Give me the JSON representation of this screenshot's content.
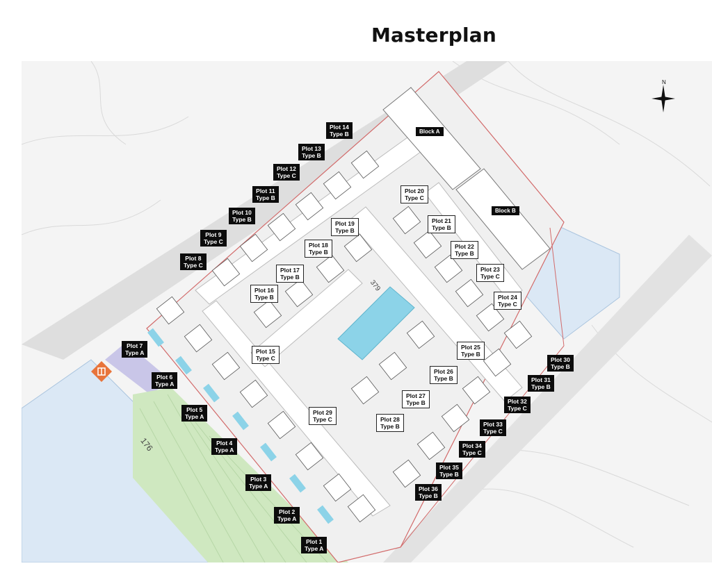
{
  "page": {
    "title": "Masterplan"
  },
  "compass": {
    "north_letter": "N",
    "icon": "compass-star-icon"
  },
  "dimensions": {
    "road_width": "176",
    "pool_width": "379"
  },
  "colors": {
    "dark_label_bg": "#0c0c0c",
    "light_label_bg": "#ffffff",
    "green_area": "#cfe8c0",
    "purple_area": "#c9c6e8",
    "blue_area": "#dbe8f5",
    "pool": "#8cd3e8",
    "road": "#d9d9d9",
    "fire_icon": "#e8743b"
  },
  "blocks": [
    {
      "name": "Block A"
    },
    {
      "name": "Block B"
    }
  ],
  "plots": [
    {
      "name": "Plot 1",
      "type": "Type A",
      "style": "dark"
    },
    {
      "name": "Plot 2",
      "type": "Type A",
      "style": "dark"
    },
    {
      "name": "Plot 3",
      "type": "Type A",
      "style": "dark"
    },
    {
      "name": "Plot 4",
      "type": "Type A",
      "style": "dark"
    },
    {
      "name": "Plot 5",
      "type": "Type A",
      "style": "dark"
    },
    {
      "name": "Plot 6",
      "type": "Type A",
      "style": "dark"
    },
    {
      "name": "Plot 7",
      "type": "Type A",
      "style": "dark"
    },
    {
      "name": "Plot 8",
      "type": "Type C",
      "style": "dark"
    },
    {
      "name": "Plot 9",
      "type": "Type C",
      "style": "dark"
    },
    {
      "name": "Plot 10",
      "type": "Type B",
      "style": "dark"
    },
    {
      "name": "Plot 11",
      "type": "Type B",
      "style": "dark"
    },
    {
      "name": "Plot 12",
      "type": "Type C",
      "style": "dark"
    },
    {
      "name": "Plot 13",
      "type": "Type B",
      "style": "dark"
    },
    {
      "name": "Plot 14",
      "type": "Type B",
      "style": "dark"
    },
    {
      "name": "Plot 15",
      "type": "Type C",
      "style": "light"
    },
    {
      "name": "Plot 16",
      "type": "Type B",
      "style": "light"
    },
    {
      "name": "Plot 17",
      "type": "Type B",
      "style": "light"
    },
    {
      "name": "Plot 18",
      "type": "Type B",
      "style": "light"
    },
    {
      "name": "Plot 19",
      "type": "Type B",
      "style": "light"
    },
    {
      "name": "Plot 20",
      "type": "Type C",
      "style": "light"
    },
    {
      "name": "Plot 21",
      "type": "Type B",
      "style": "light"
    },
    {
      "name": "Plot 22",
      "type": "Type B",
      "style": "light"
    },
    {
      "name": "Plot 23",
      "type": "Type C",
      "style": "light"
    },
    {
      "name": "Plot 24",
      "type": "Type C",
      "style": "light"
    },
    {
      "name": "Plot 25",
      "type": "Type B",
      "style": "light"
    },
    {
      "name": "Plot 26",
      "type": "Type B",
      "style": "light"
    },
    {
      "name": "Plot 27",
      "type": "Type B",
      "style": "light"
    },
    {
      "name": "Plot 28",
      "type": "Type B",
      "style": "light"
    },
    {
      "name": "Plot 29",
      "type": "Type C",
      "style": "light"
    },
    {
      "name": "Plot 30",
      "type": "Type B",
      "style": "dark"
    },
    {
      "name": "Plot 31",
      "type": "Type B",
      "style": "dark"
    },
    {
      "name": "Plot 32",
      "type": "Type C",
      "style": "dark"
    },
    {
      "name": "Plot 33",
      "type": "Type C",
      "style": "dark"
    },
    {
      "name": "Plot 34",
      "type": "Type C",
      "style": "dark"
    },
    {
      "name": "Plot 35",
      "type": "Type B",
      "style": "dark"
    },
    {
      "name": "Plot 36",
      "type": "Type B",
      "style": "dark"
    }
  ]
}
